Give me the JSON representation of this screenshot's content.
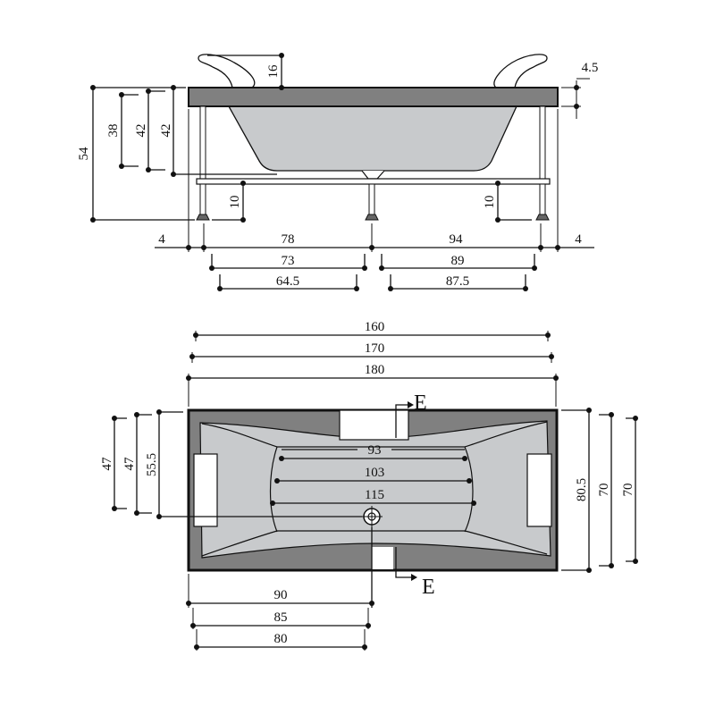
{
  "colors": {
    "rim": "#808080",
    "basin": "#c8cacc",
    "line": "#111111",
    "background": "#ffffff"
  },
  "side_view": {
    "headrest_height": "16",
    "rim_thickness": "4.5",
    "total_height": "54",
    "inner_depths": [
      "38",
      "42",
      "42"
    ],
    "frame_clearance_left": "10",
    "frame_clearance_right": "10",
    "bottom_row1": [
      "4",
      "78",
      "94",
      "4"
    ],
    "bottom_row2": [
      "73",
      "89"
    ],
    "bottom_row3": [
      "64.5",
      "87.5"
    ]
  },
  "top_view": {
    "lengths": [
      "160",
      "170",
      "180"
    ],
    "inner_widths": [
      "93",
      "103",
      "115"
    ],
    "left_dims": [
      "47",
      "47",
      "55.5"
    ],
    "right_dims": [
      "80.5",
      "70",
      "70"
    ],
    "drain_offsets": [
      "90",
      "85",
      "80"
    ],
    "section_label_top": "E",
    "section_label_bottom": "E"
  }
}
